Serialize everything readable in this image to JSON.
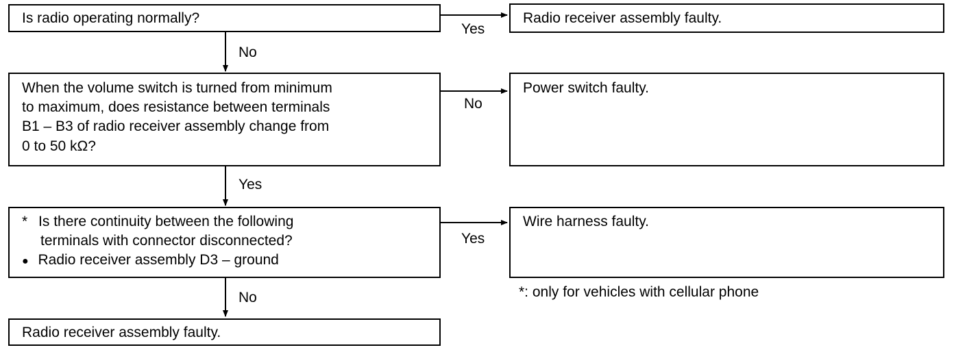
{
  "questions": {
    "q1": "Is radio operating normally?",
    "q2": [
      "When the volume switch is turned from minimum",
      "to maximum, does resistance between terminals",
      "B1 – B3 of radio receiver assembly change from",
      "0 to 50 kΩ?"
    ],
    "q3": {
      "line1_mark": "*",
      "line1": "Is there continuity between the following",
      "line2": "terminals with connector disconnected?",
      "line3_mark": "●",
      "line3": "Radio receiver assembly D3 – ground"
    }
  },
  "results": {
    "r1": "Radio receiver assembly faulty.",
    "r2": "Power switch faulty.",
    "r3": "Wire harness faulty.",
    "r4": "Radio receiver assembly faulty."
  },
  "branches": {
    "q1_right": "Yes",
    "q1_down": "No",
    "q2_right": "No",
    "q2_down": "Yes",
    "q3_right": "Yes",
    "q3_down": "No"
  },
  "footnote": "*:  only for vehicles with cellular phone"
}
